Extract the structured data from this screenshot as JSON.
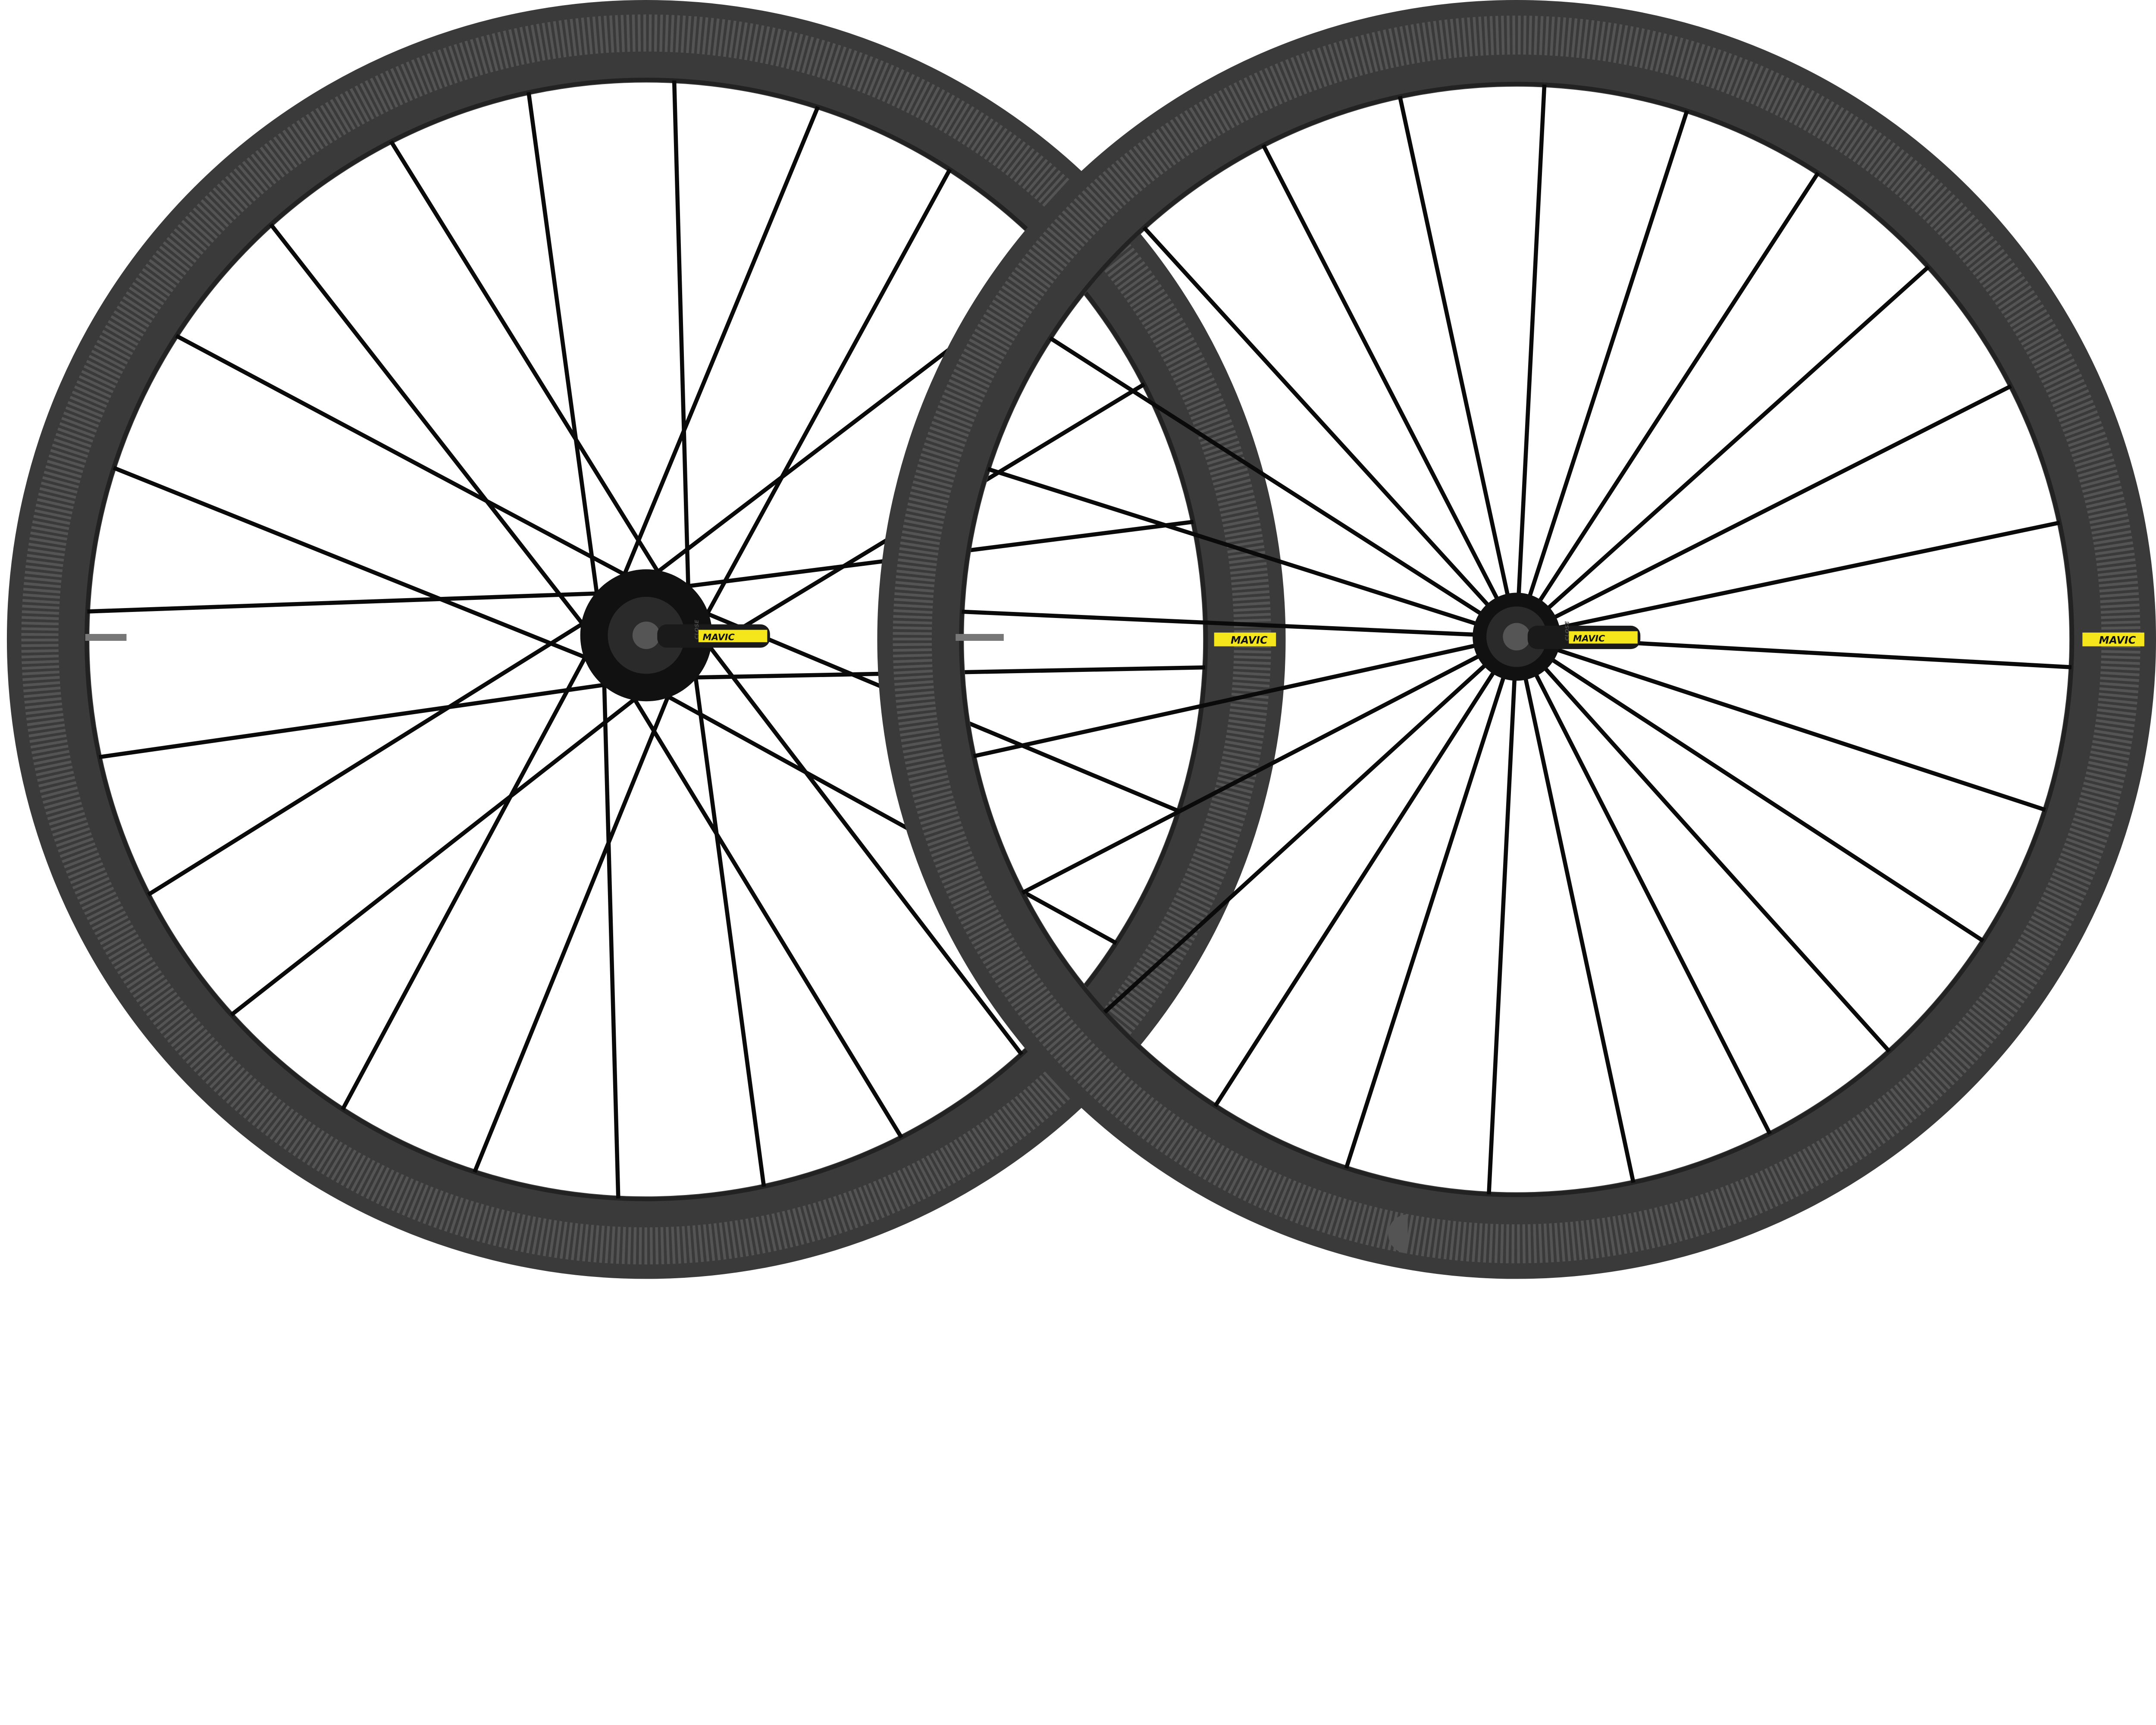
{
  "scene": {
    "background_color": "#ffffff",
    "rim_color": "#3a3a3a",
    "rim_highlight_color": "#6a6a6a",
    "spoke_color": "#0a0a0a",
    "brand_accent_color": "#f5e61c"
  },
  "wheels": [
    {
      "name": "rear-wheel",
      "spoke_pattern": "crossed",
      "rim_decal": "MAVIC",
      "hub_lever_brand": "MAVIC",
      "hub_lever_text": "CLOSE"
    },
    {
      "name": "front-wheel",
      "spoke_pattern": "radial",
      "rim_decal": "MAVIC",
      "hub_lever_brand": "MAVIC",
      "hub_lever_text": "CLOSE"
    }
  ]
}
